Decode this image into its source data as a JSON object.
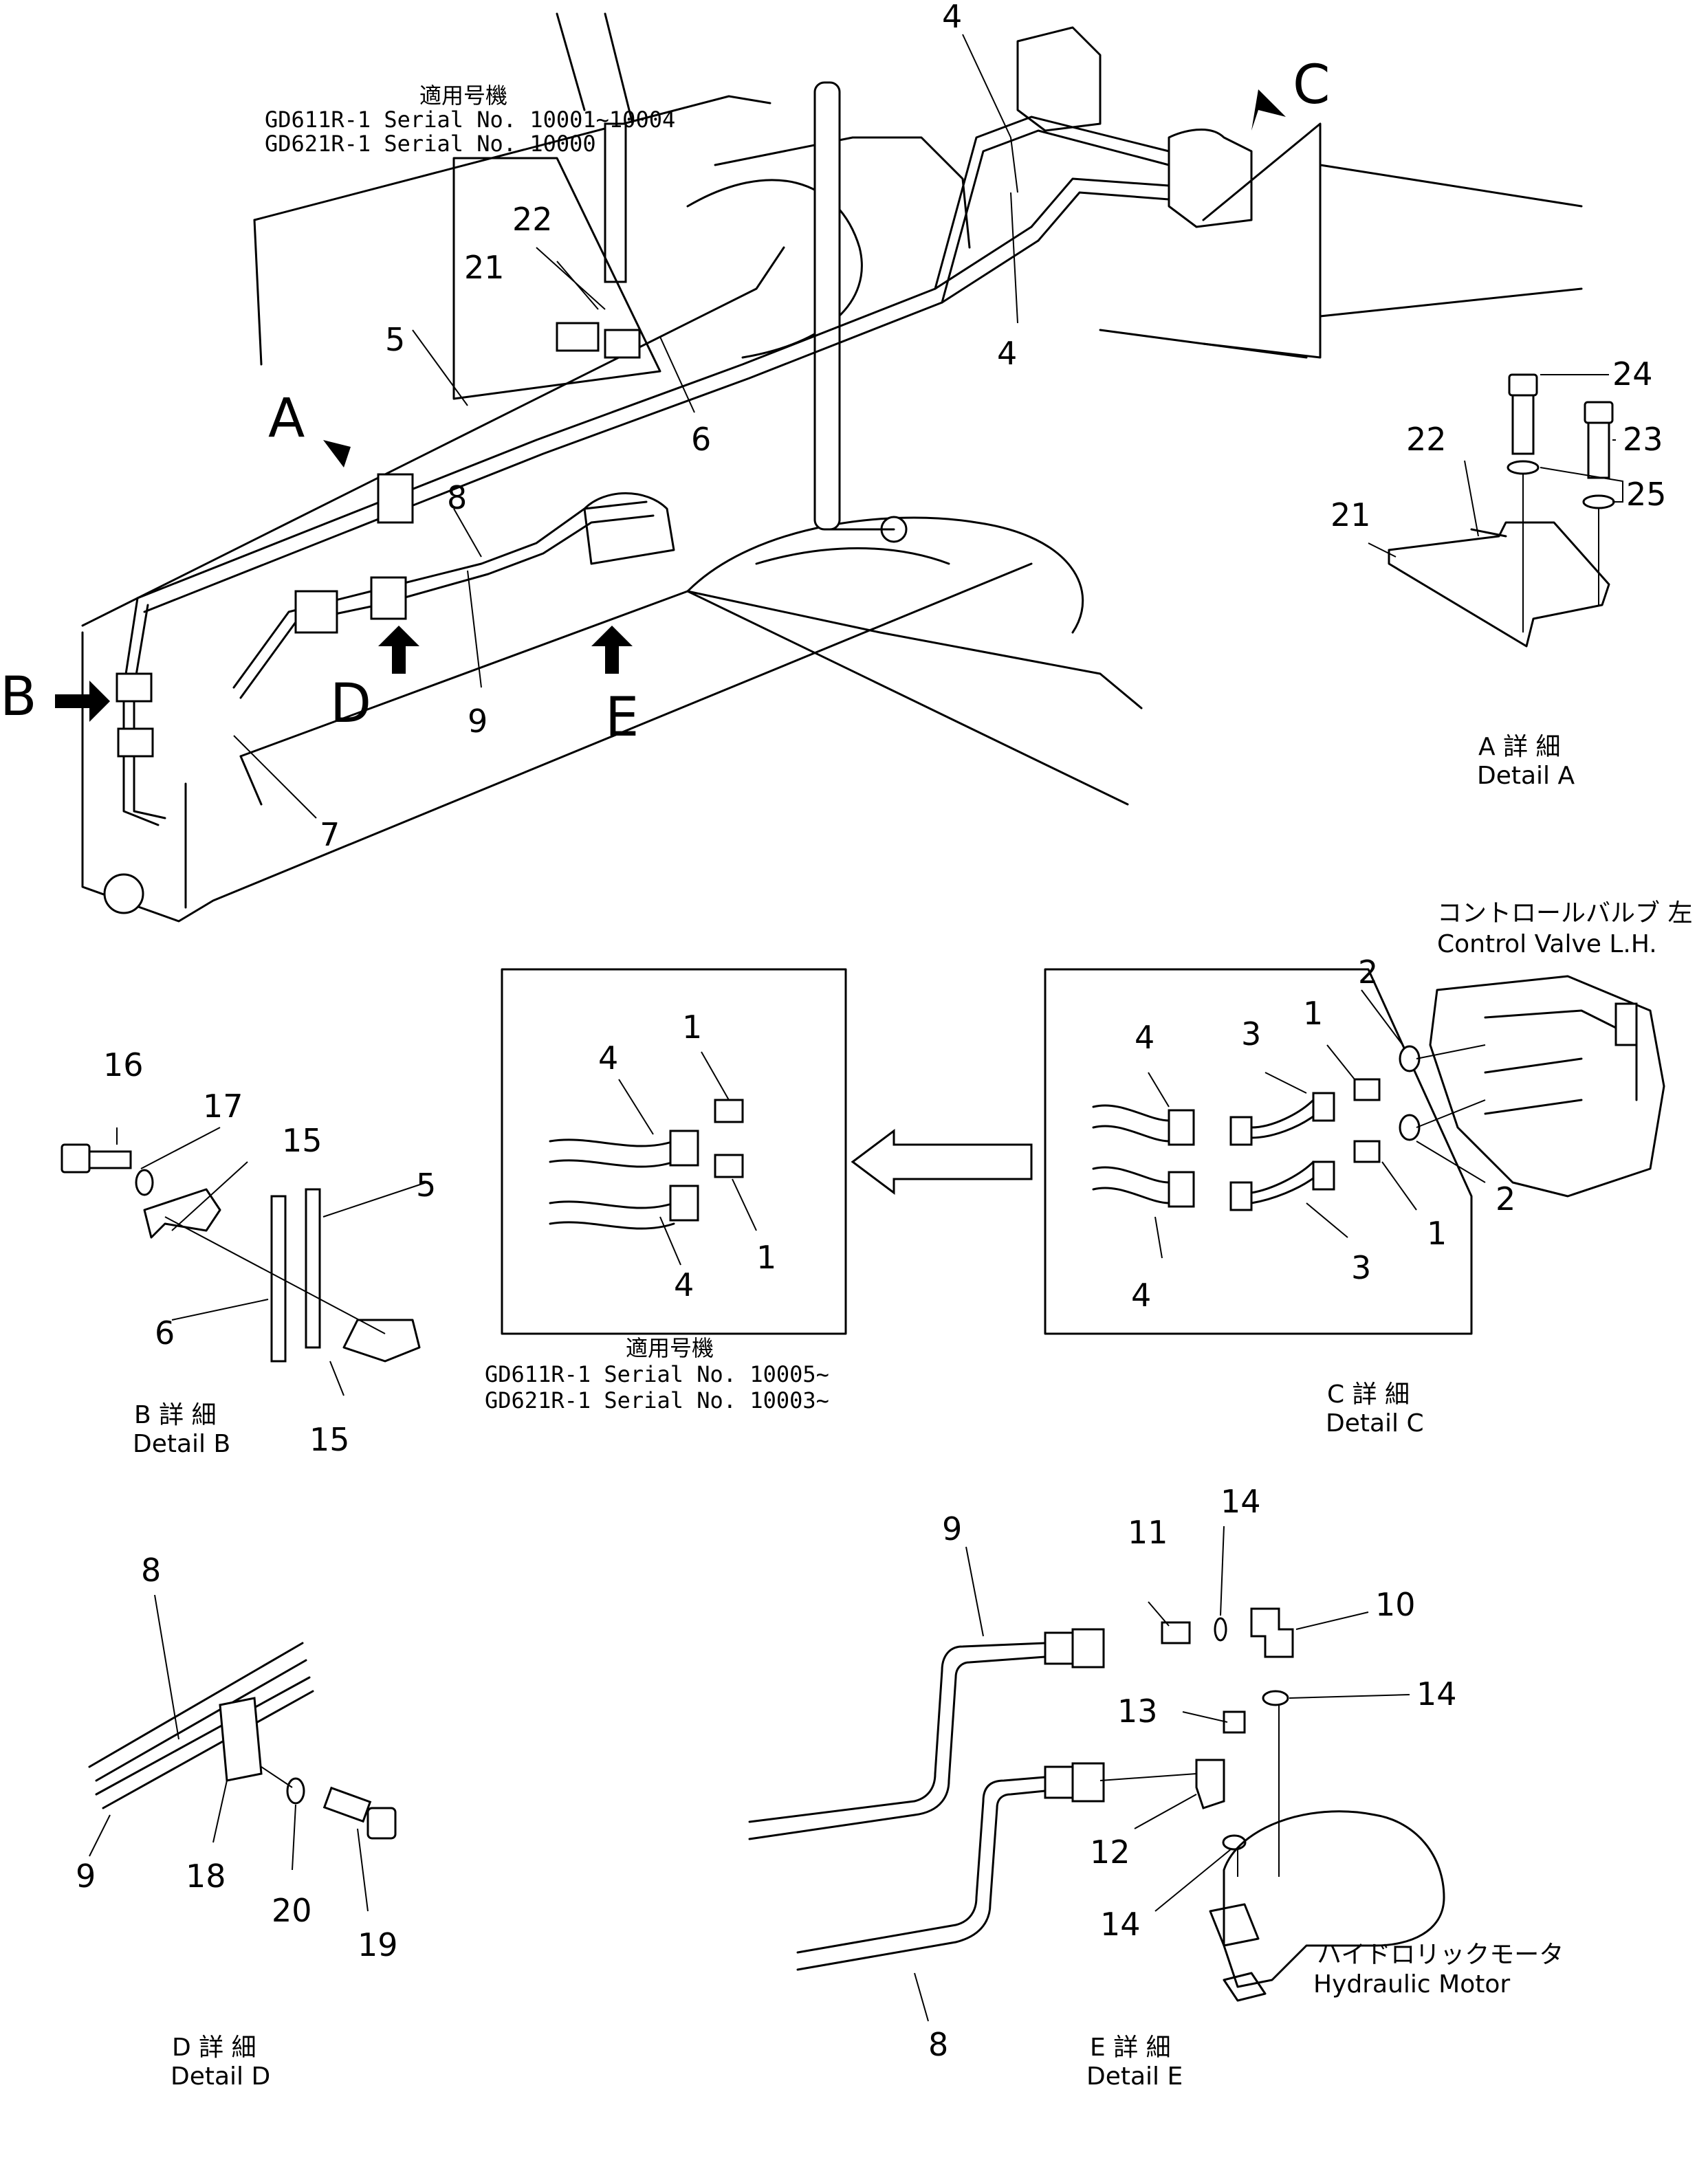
{
  "applicability_top": {
    "title": "適用号機",
    "line1": "GD611R-1  Serial  No.  10001~10004",
    "line2": "GD621R-1  Serial  No.  10000"
  },
  "applicability_mid": {
    "title": "適用号機",
    "line1": "GD611R-1  Serial  No.  10005~",
    "line2": "GD621R-1  Serial  No.  10003~"
  },
  "view_letters": {
    "a": "A",
    "b": "B",
    "c": "C",
    "d": "D",
    "e": "E"
  },
  "main_callouts": {
    "n4a": "4",
    "n4b": "4",
    "n22": "22",
    "n21": "21",
    "n5": "5",
    "n6": "6",
    "n8": "8",
    "n9": "9",
    "n7": "7"
  },
  "detail_a": {
    "caption_jp": "A 詳 細",
    "caption_en": "Detail  A",
    "n24": "24",
    "n23": "23",
    "n25": "25",
    "n22": "22",
    "n21": "21"
  },
  "detail_b": {
    "caption_jp": "B 詳 細",
    "caption_en": "Detail  B",
    "n16": "16",
    "n17": "17",
    "n15a": "15",
    "n5": "5",
    "n6": "6",
    "n15b": "15"
  },
  "detail_c": {
    "caption_jp": "C 詳 細",
    "caption_en": "Detail  C",
    "valve_jp": "コントロールバルブ  左",
    "valve_en": "Control  Valve  L.H.",
    "n4a": "4",
    "n3a": "3",
    "n1a": "1",
    "n2a": "2",
    "n2b": "2",
    "n1b": "1",
    "n3b": "3",
    "n4b": "4"
  },
  "mid_box": {
    "n1a": "1",
    "n4a": "4",
    "n1b": "1",
    "n4b": "4"
  },
  "detail_d": {
    "caption_jp": "D 詳 細",
    "caption_en": "Detail  D",
    "n8": "8",
    "n9": "9",
    "n18": "18",
    "n20": "20",
    "n19": "19"
  },
  "detail_e": {
    "caption_jp": "E 詳 細",
    "caption_en": "Detail  E",
    "motor_jp": "ハイドロリックモータ",
    "motor_en": "Hydraulic  Motor",
    "n9": "9",
    "n11": "11",
    "n14a": "14",
    "n10": "10",
    "n14b": "14",
    "n13": "13",
    "n12": "12",
    "n14c": "14",
    "n8": "8"
  }
}
